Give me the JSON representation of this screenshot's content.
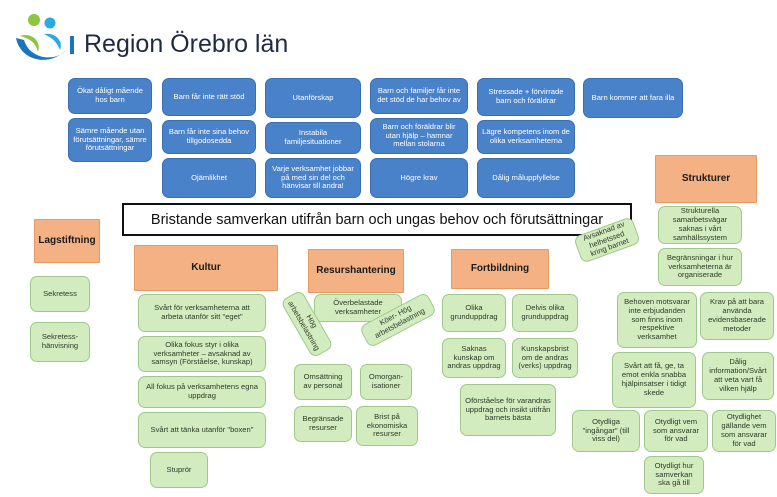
{
  "header": {
    "title": "Region Örebro län",
    "logo": "region-orebro-logo"
  },
  "banner": "Bristande samverkan utifrån barn och ungas behov och förutsättningar",
  "problems": {
    "col1": [
      "Ökat dåligt mående hos barn",
      "Sämre mående utan förutsättningar, sämre förutsättningar"
    ],
    "col2": [
      "Barn får inte rätt stöd",
      "Barn får inte sina behov tillgodosedda",
      "Ojämlikhet"
    ],
    "col3": [
      "Utanförskap",
      "Instabila familjesituationer",
      "Varje verksamhet jobbar på med sin del och hänvisar till andra!"
    ],
    "col4": [
      "Barn och familjer får inte det stöd de har behov av",
      "Barn och föräldrar blir utan hjälp – hamnar mellan stolarna",
      "Högre krav"
    ],
    "col5": [
      "Stressade + förvirrade barn och föräldrar",
      "Lägre kompetens inom de olika verksamheterna",
      "Dålig måluppfyllelse"
    ],
    "col6": [
      "Barn kommer att fara illa"
    ]
  },
  "categories": {
    "lagstiftning": "Lagstiftning",
    "kultur": "Kultur",
    "resurshantering": "Resurshantering",
    "fortbildning": "Fortbildning",
    "strukturer": "Strukturer"
  },
  "lagstiftning_items": [
    "Sekretess",
    "Sekretess-hänvisning"
  ],
  "kultur_items": [
    "Svårt för verksamheterna att arbeta utanför sitt \"eget\"",
    "Olika fokus styr i olika verksamheter – avsaknad av samsyn (Förståelse, kunskap)",
    "All fokus på verksamhetens egna uppdrag",
    "Svårt att tänka utanför \"boxen\"",
    "Stuprör"
  ],
  "resurs_items": [
    "Överbelastade verksamheter",
    "Hög arbetsbelastning",
    "Köer- Hög arbetsbelastning",
    "Omsättning av personal",
    "Omorgan-isationer",
    "Begränsade resurser",
    "Brist på ekonomiska resurser"
  ],
  "fortbildning_items": [
    "Olika grunduppdrag",
    "Delvis olika grunduppdrag",
    "Saknas kunskap om andras uppdrag",
    "Kunskapsbrist om de andras (verks) uppdrag",
    "Oförståelse för varandras uppdrag och insikt utifrån barnets bästa"
  ],
  "struktur_items": [
    "Avsaknad av helhetssed kring barnet",
    "Strukturella samarbetsvägar saknas i vårt samhällssystem",
    "Begränsningar i hur verksamheterna är organiserade",
    "Behoven motsvarar inte erbjudanden som finns inom respektive verksamhet",
    "Krav på att bara använda evidensbaserade metoder",
    "Svårt att få, ge, ta emot enkla snabba hjälpinsatser i tidigt skede",
    "Dålig information/Svårt att veta vart få vilken hjälp",
    "Otydliga \"ingångar\" (till viss del)",
    "Otydligt vem som ansvarar för vad",
    "Otydlighet gällande vem som ansvarar för vad",
    "Otydligt hur samverkan ska gå till"
  ],
  "colors": {
    "blue": "#4a82c9",
    "green": "#d2ecc0",
    "orange": "#f4b184"
  }
}
